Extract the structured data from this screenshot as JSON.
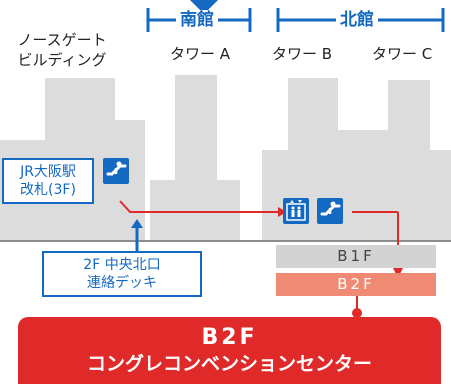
{
  "header": {
    "south_wing": "南館",
    "north_wing": "北館"
  },
  "buildings": {
    "north_gate_line1": "ノースゲート",
    "north_gate_line2": "ビルディング",
    "tower_a": "タワー A",
    "tower_b": "タワー B",
    "tower_c": "タワー C"
  },
  "labels": {
    "jr_line1": "JR大阪駅",
    "jr_line2": "改札(3F)",
    "deck_line1": "2F 中央北口",
    "deck_line2": "連絡デッキ"
  },
  "floors": {
    "b1": "B1F",
    "b2": "B2F"
  },
  "destination": {
    "floor": "B2F",
    "name": "コングレコンベンションセンター"
  },
  "icons": [
    "escalator-icon",
    "elevator-icon",
    "escalator-icon"
  ],
  "colors": {
    "accent_blue": "#1469c3",
    "route_red": "#e02a2a",
    "building_gray": "#dcdcdc",
    "ground_line": "#8c8c8c",
    "b1_floor": "#d3d3d3",
    "b2_floor": "#f08a74"
  }
}
